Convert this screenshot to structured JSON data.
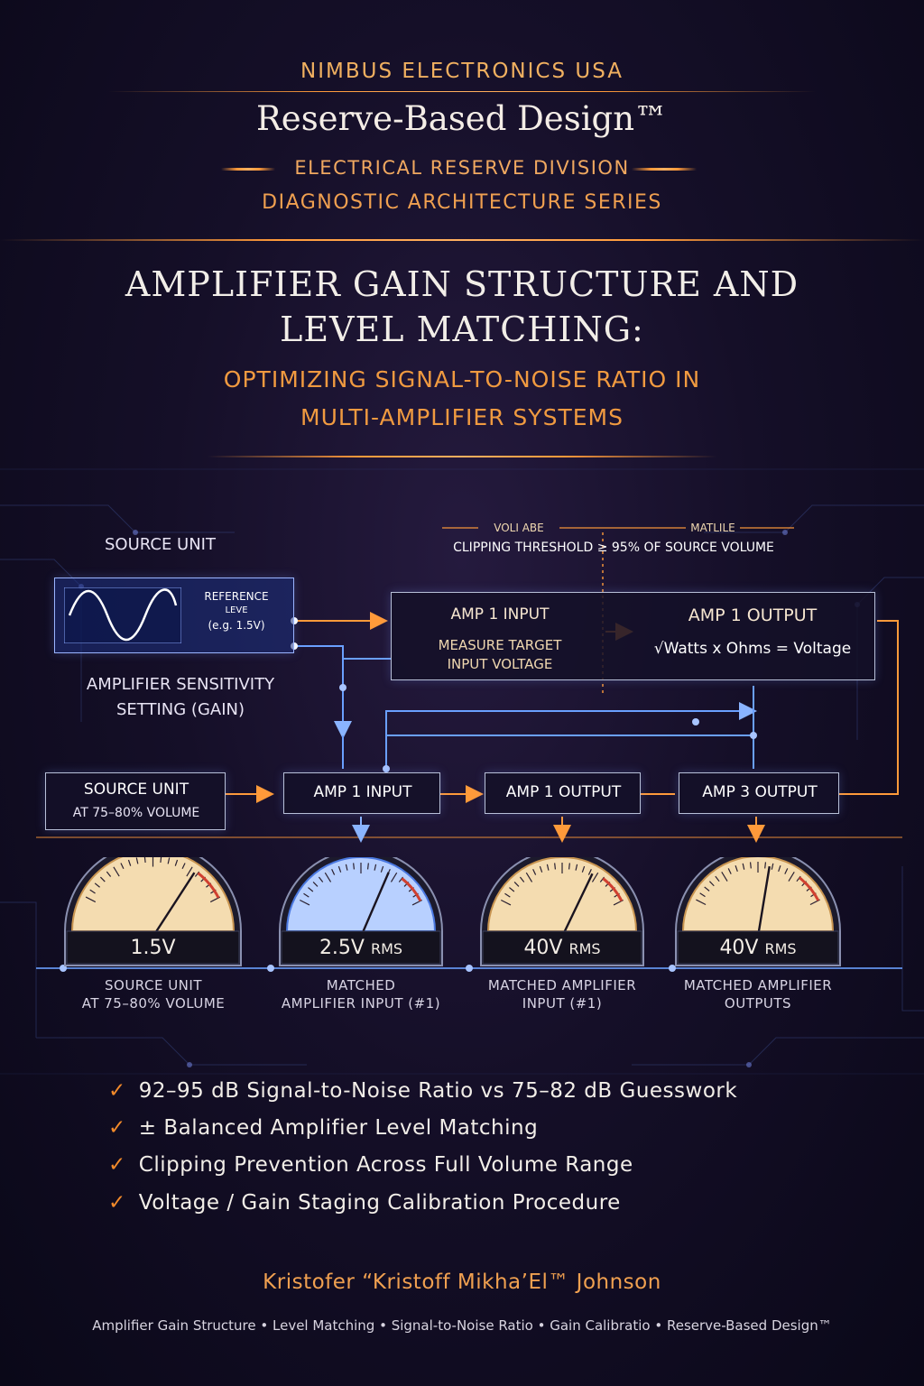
{
  "header": {
    "brand": "NIMBUS ELECTRONICS USA",
    "program": "Reserve-Based Design™",
    "division": "ELECTRICAL RESERVE DIVISION",
    "series": "DIAGNOSTIC ARCHITECTURE SERIES"
  },
  "title": {
    "line1": "AMPLIFIER GAIN STRUCTURE AND",
    "line2": "LEVEL MATCHING:",
    "subtitle1": "OPTIMIZING SIGNAL-TO-NOISE RATIO IN",
    "subtitle2": "MULTI-AMPLIFIER SYSTEMS"
  },
  "diagram": {
    "top_left_header": "VOLI ABE",
    "top_right_header": "MATLILE",
    "clipping_threshold": "CLIPPING THRESHOLD ≥ 95% OF SOURCE VOLUME",
    "source_unit_label": "SOURCE UNIT",
    "reference_line1": "REFERENCE",
    "reference_line2": "LEVE",
    "reference_line3": "(e.g. 1.5V)",
    "sensitivity_line1": "AMPLIFIER SENSITIVITY",
    "sensitivity_line2": "SETTING (GAIN)",
    "upper_amp_input_title": "AMP 1 INPUT",
    "upper_amp_input_sub1": "MEASURE TARGET",
    "upper_amp_input_sub2": "INPUT VOLTAGE",
    "upper_amp_output_title": "AMP 1 OUTPUT",
    "formula": "√Watts x Ohms = Voltage",
    "chain": [
      {
        "title": "SOURCE UNIT",
        "sub": "AT 75–80% VOLUME"
      },
      {
        "title": "AMP 1 INPUT",
        "sub": ""
      },
      {
        "title": "AMP 1 OUTPUT",
        "sub": ""
      },
      {
        "title": "AMP 3 OUTPUT",
        "sub": ""
      }
    ],
    "meters": [
      {
        "value": "1.5V",
        "unit": "",
        "caption1": "SOURCE UNIT",
        "caption2": "AT 75–80% VOLUME",
        "needle": 0.78
      },
      {
        "value": "2.5V",
        "unit": "RMS",
        "caption1": "MATCHED",
        "caption2": "AMPLIFIER INPUT (#1)",
        "needle": 0.7
      },
      {
        "value": "40V",
        "unit": "RMS",
        "caption1": "MATCHED AMPLIFIER",
        "caption2": "INPUT (#1)",
        "needle": 0.72
      },
      {
        "value": "40V",
        "unit": "RMS",
        "caption1": "MATCHED AMPLIFIER",
        "caption2": "OUTPUTS",
        "needle": 0.58
      }
    ]
  },
  "benefits": [
    "92–95 dB Signal-to-Noise Ratio vs 75–82 dB Guesswork",
    "± Balanced Amplifier Level Matching",
    "Clipping Prevention Across Full Volume Range",
    "Voltage / Gain Staging Calibration Procedure"
  ],
  "author": "Kristofer “Kristoff Mikha’El™ Johnson",
  "keywords": "Amplifier Gain Structure  • Level Matching • Signal-to-Noise Ratio • Gain Calibratio  • Reserve-Based Design™",
  "colors": {
    "accent": "#f28a2a",
    "wire_blue": "#6aa0ff",
    "wire_orange": "#ff9a3a"
  }
}
